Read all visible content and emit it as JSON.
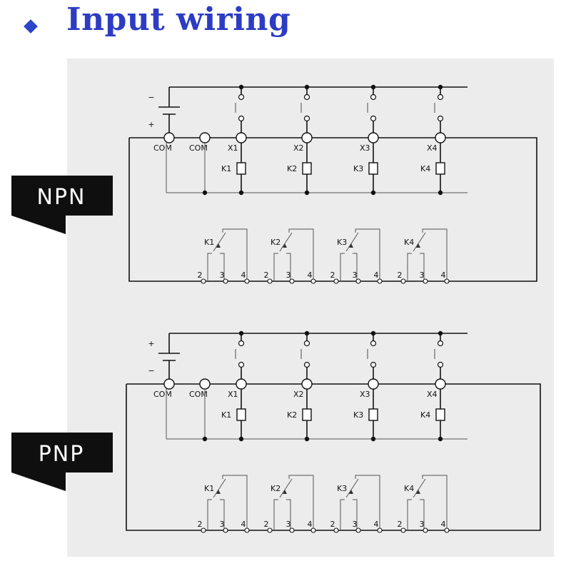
{
  "title": "Input wiring",
  "colors": {
    "title": "#2d3cc3",
    "bullet": "#2b45c9",
    "panel": "#ececec",
    "tag": "#0f0f0f"
  },
  "sections": [
    {
      "tag": "NPN",
      "battery_top_sign": "−",
      "battery_bottom_sign": "+",
      "com_labels": [
        "COM",
        "COM"
      ],
      "inputs": [
        "X1",
        "X2",
        "X3",
        "X4"
      ],
      "relays": [
        "K1",
        "K2",
        "K3",
        "K4"
      ],
      "contact_pins": [
        "2",
        "3",
        "4"
      ]
    },
    {
      "tag": "PNP",
      "battery_top_sign": "+",
      "battery_bottom_sign": "−",
      "com_labels": [
        "COM",
        "COM"
      ],
      "inputs": [
        "X1",
        "X2",
        "X3",
        "X4"
      ],
      "relays": [
        "K1",
        "K2",
        "K3",
        "K4"
      ],
      "contact_pins": [
        "2",
        "3",
        "4"
      ]
    }
  ]
}
